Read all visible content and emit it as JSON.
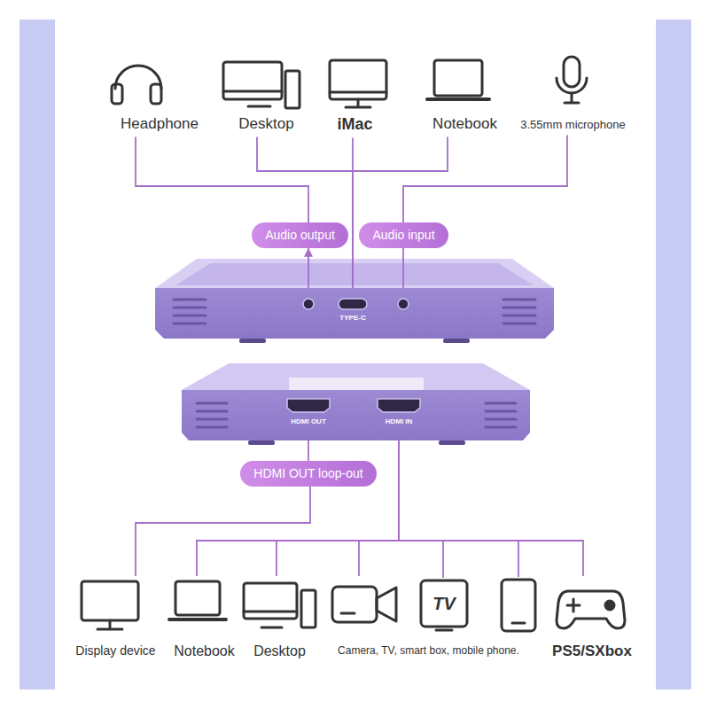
{
  "diagram": {
    "nodes": [
      {
        "text": [
          "Headphone"
        ]
      },
      {
        "text": [
          "Desktop"
        ]
      },
      {
        "text": [
          "iMac"
        ]
      },
      {
        "text": [
          "Notebook"
        ]
      },
      {
        "text": [
          "3.55mm microphone"
        ]
      },
      {
        "text": [
          "Audio output"
        ]
      },
      {
        "text": [
          "Audio input"
        ]
      },
      {
        "text": [
          "TYPE-C"
        ]
      },
      {
        "text": [
          "HDMI OUT",
          "HDMI IN"
        ]
      },
      {
        "text": [
          "HDMI OUT loop-out"
        ]
      },
      {
        "text": [
          "Display device"
        ]
      },
      {
        "text": [
          "Notebook"
        ]
      },
      {
        "text": [
          "Desktop"
        ]
      },
      {
        "text": [
          "Camera, TV, smart box, mobile phone."
        ]
      },
      {
        "text": [
          "PS5/SXbox"
        ]
      }
    ],
    "edges": [
      {
        "from": 5,
        "to": 0,
        "arrow": "none"
      },
      {
        "from": 1,
        "to": 7,
        "arrow": "none"
      },
      {
        "from": 2,
        "to": 7,
        "arrow": "none"
      },
      {
        "from": 3,
        "to": 7,
        "arrow": "none"
      },
      {
        "from": 4,
        "to": 6,
        "arrow": "none"
      },
      {
        "from": 7,
        "to": 5,
        "arrow": "to"
      },
      {
        "from": 6,
        "to": 7,
        "arrow": "none"
      },
      {
        "from": 8,
        "to": 9,
        "arrow": "none"
      },
      {
        "from": 9,
        "to": 10,
        "arrow": "none"
      },
      {
        "from": 11,
        "to": 8,
        "arrow": "none"
      },
      {
        "from": 12,
        "to": 8,
        "arrow": "none"
      },
      {
        "from": 13,
        "to": 8,
        "arrow": "none"
      },
      {
        "from": 14,
        "to": 8,
        "arrow": "none"
      }
    ],
    "labels": [
      "TV"
    ]
  }
}
